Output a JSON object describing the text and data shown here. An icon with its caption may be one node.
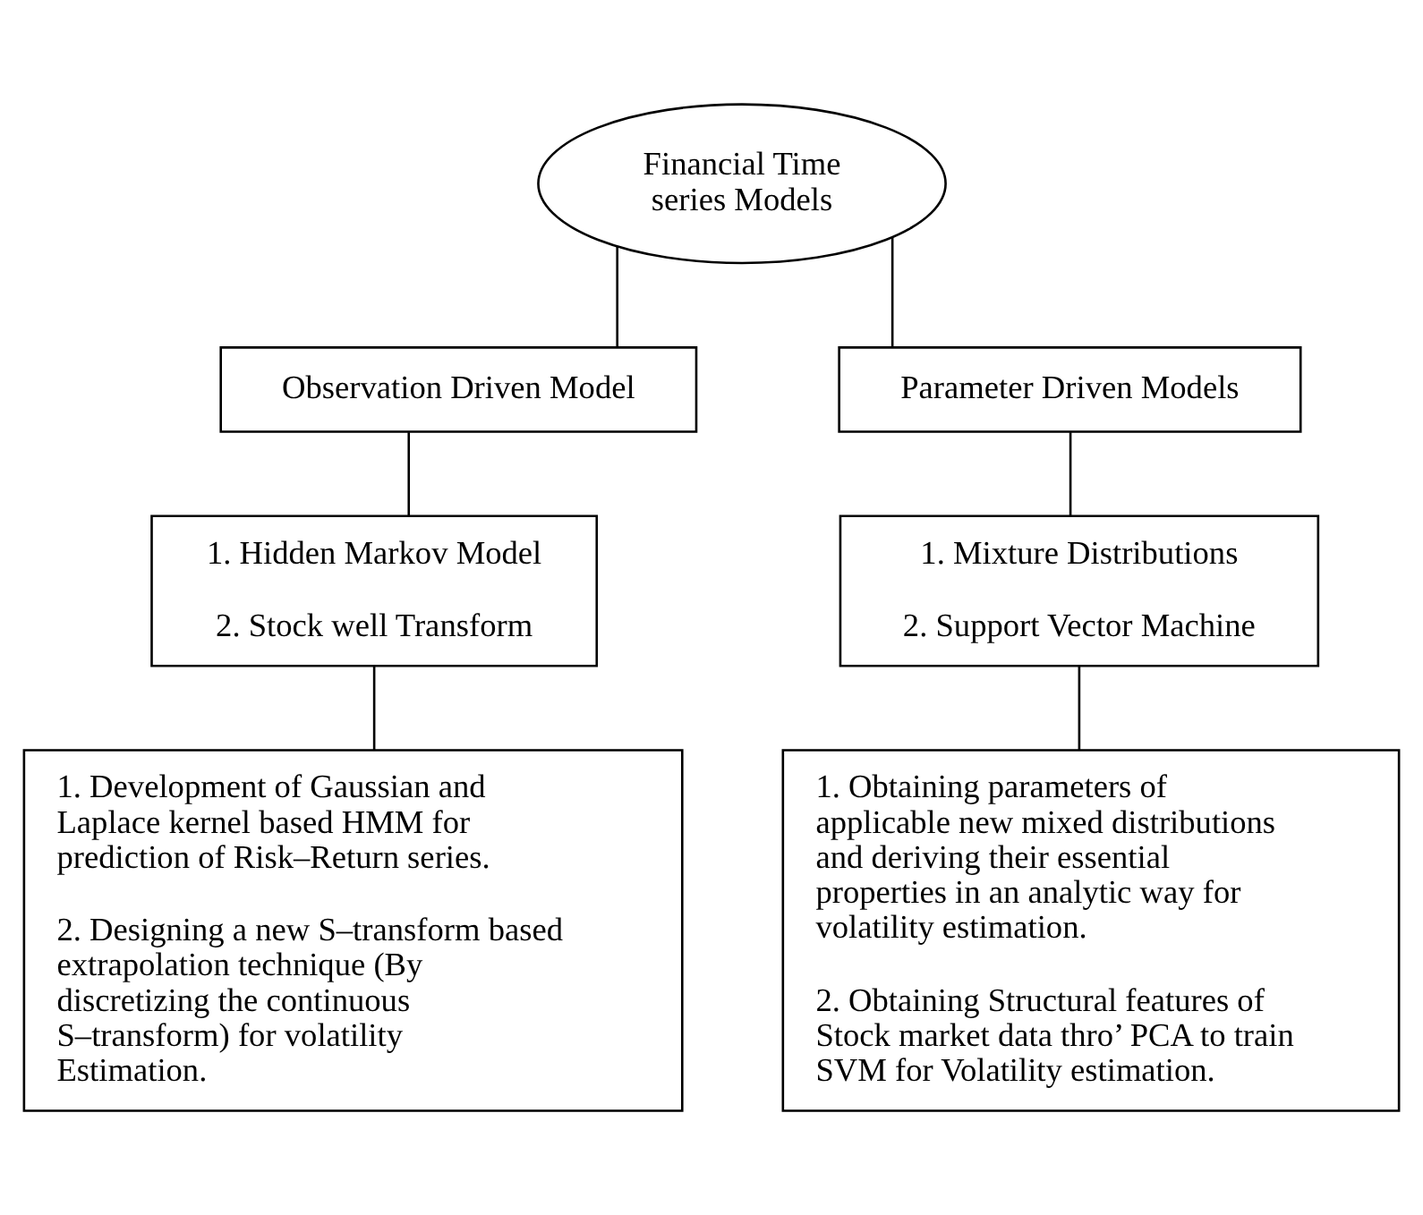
{
  "diagram": {
    "nodes": [
      {
        "text": [
          "Financial Time series Models"
        ]
      },
      {
        "text": [
          "Observation Driven Model"
        ]
      },
      {
        "text": [
          "Parameter Driven Models"
        ]
      },
      {
        "text": [
          "1. Hidden Markov Model",
          "2. Stock well Transform"
        ]
      },
      {
        "text": [
          "1. Mixture Distributions",
          "2. Support Vector Machine"
        ]
      },
      {
        "text": [
          "1. Development of Gaussian and Laplace kernel based HMM for prediction of Risk–Return series.",
          "2. Designing a new S–transform based extrapolation technique (By discretizing the continuous S–transform) for volatility Estimation."
        ]
      },
      {
        "text": [
          "1. Obtaining parameters of applicable new mixed distributions and deriving their essential properties in an analytic way for volatility estimation.",
          "2. Obtaining Structural features of Stock market data thro’ PCA to train SVM for Volatility estimation."
        ]
      }
    ],
    "edges": [
      {
        "from": 0,
        "to": 1,
        "arrow": "none"
      },
      {
        "from": 0,
        "to": 2,
        "arrow": "none"
      },
      {
        "from": 1,
        "to": 3,
        "arrow": "none"
      },
      {
        "from": 2,
        "to": 4,
        "arrow": "none"
      },
      {
        "from": 3,
        "to": 5,
        "arrow": "none"
      },
      {
        "from": 4,
        "to": 6,
        "arrow": "none"
      }
    ]
  }
}
